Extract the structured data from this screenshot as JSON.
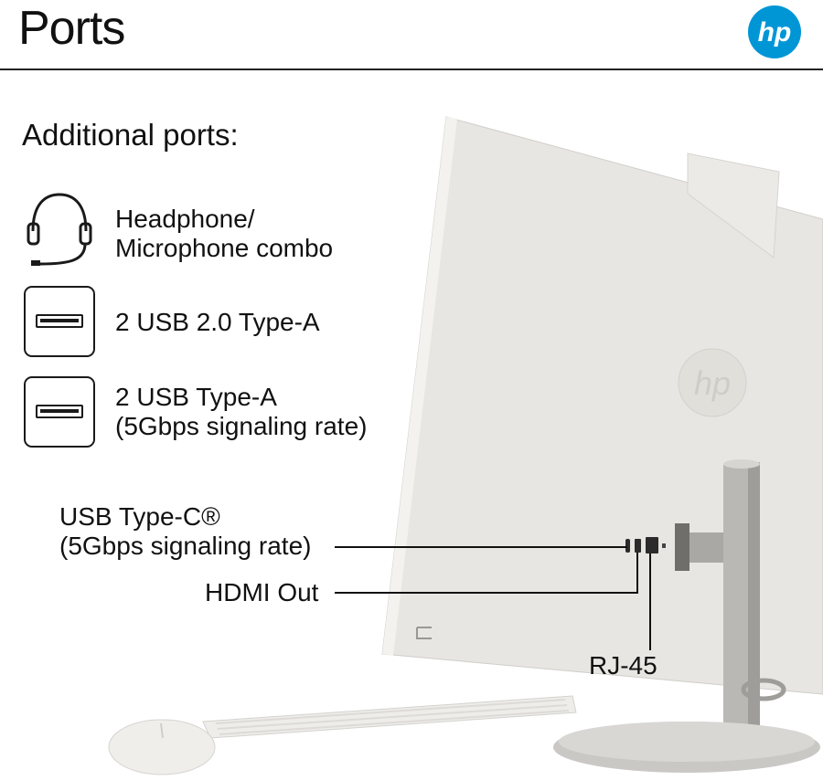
{
  "header": {
    "title": "Ports",
    "logo_text": "hp",
    "brand_color": "#0096d6"
  },
  "additional": {
    "heading": "Additional ports:",
    "items": [
      {
        "icon": "headset-icon",
        "line1": "Headphone/",
        "line2": "Microphone combo"
      },
      {
        "icon": "usb-a-icon",
        "line1": "2 USB 2.0 Type-A",
        "line2": ""
      },
      {
        "icon": "usb-a-icon",
        "line1": "2 USB Type-A",
        "line2": "(5Gbps signaling rate)"
      }
    ]
  },
  "callouts": {
    "usbc_line1": "USB Type-C®",
    "usbc_line2": "(5Gbps signaling rate)",
    "hdmi": "HDMI Out",
    "rj45": "RJ-45"
  },
  "product": {
    "back_logo": "hp"
  }
}
